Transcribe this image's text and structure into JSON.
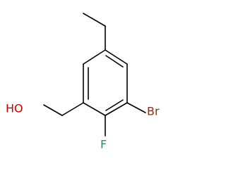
{
  "molecule": {
    "atoms": {
      "hydroxyl": "HO",
      "bromine": "Br",
      "fluorine": "F"
    },
    "colors": {
      "bond": "#000000",
      "hydroxyl": "#cc0000",
      "bromine": "#8b2e14",
      "fluorine": "#2e8b57"
    }
  }
}
